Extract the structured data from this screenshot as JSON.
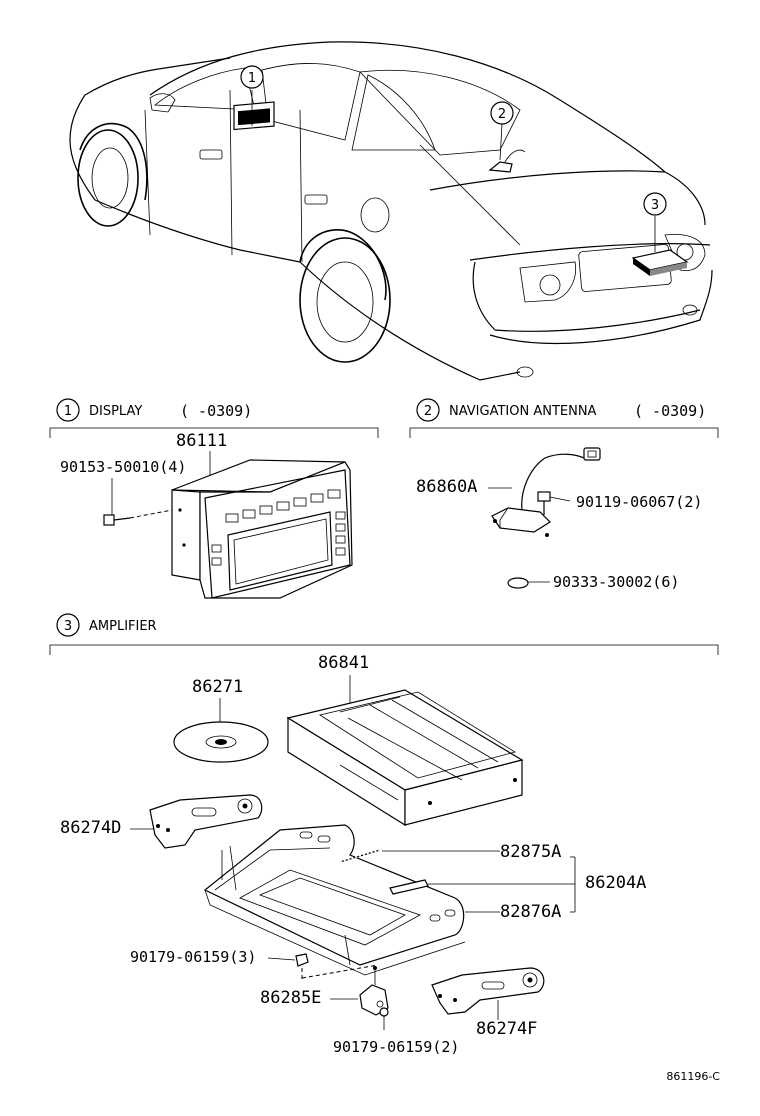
{
  "vehicle_callouts": [
    "1",
    "2",
    "3"
  ],
  "sections": {
    "display": {
      "number": "1",
      "title": "DISPLAY",
      "date_range": "(       -0309)",
      "parts": {
        "main": "86111",
        "screw": "90153-50010(4)"
      }
    },
    "navigation_antenna": {
      "number": "2",
      "title": "NAVIGATION ANTENNA",
      "date_range": "(     -0309)",
      "parts": {
        "antenna": "86860A",
        "bolt": "90119-06067(2)",
        "clip": "90333-30002(6)"
      }
    },
    "amplifier": {
      "number": "3",
      "title": "AMPLIFIER",
      "parts": {
        "amp": "86841",
        "disc": "86271",
        "bracket_left": "86274D",
        "damper": "82875A",
        "bracket_set": "86204A",
        "tray": "82876A",
        "nut": "90179-06159(3)",
        "clamp": "86285E",
        "bracket_right": "86274F",
        "screw2": "90179-06159(2)"
      }
    }
  },
  "figure_id": "861196-C",
  "colors": {
    "line": "#000000",
    "background": "#ffffff"
  }
}
